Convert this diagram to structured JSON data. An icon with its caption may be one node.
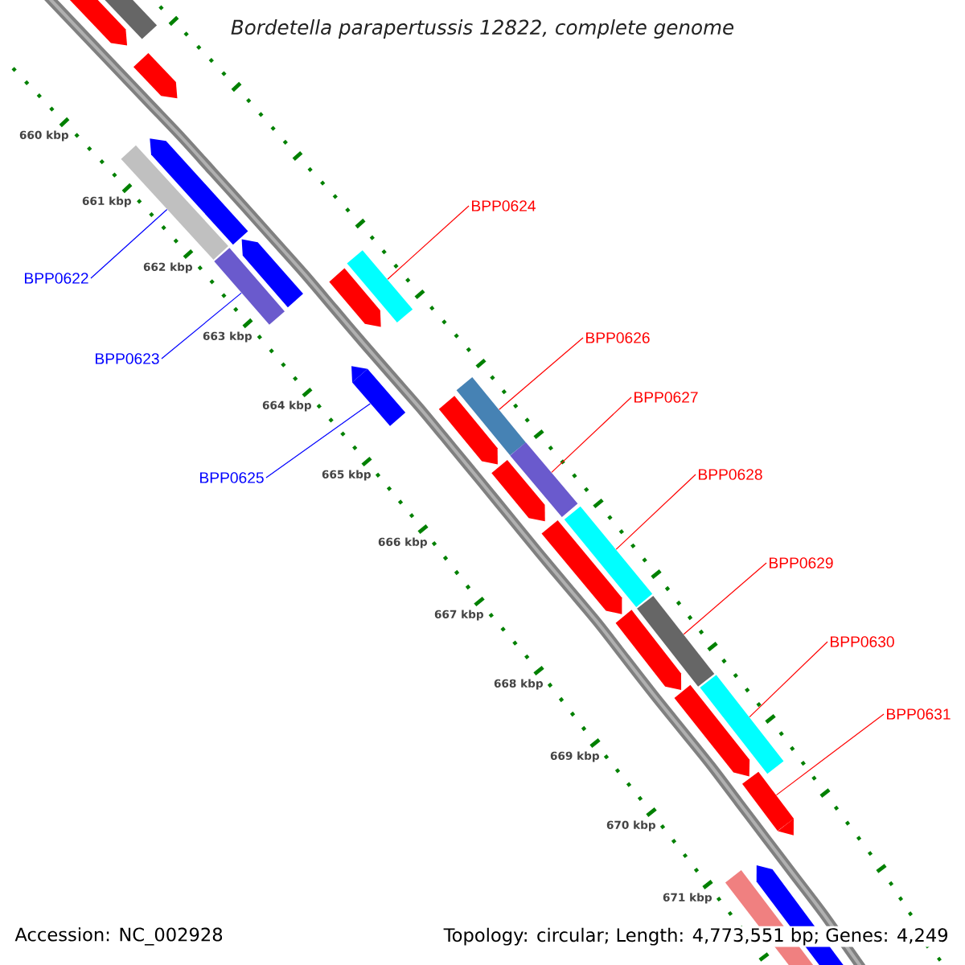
{
  "diagram": {
    "title": "Bordetella parapertussis 12822, complete genome",
    "nodes": [
      {
        "text": [
          "BPP0622"
        ]
      },
      {
        "text": [
          "BPP0623"
        ]
      },
      {
        "text": [
          "BPP0624"
        ]
      },
      {
        "text": [
          "BPP0625"
        ]
      },
      {
        "text": [
          "BPP0626"
        ]
      },
      {
        "text": [
          "BPP0627"
        ]
      },
      {
        "text": [
          "BPP0628"
        ]
      },
      {
        "text": [
          "BPP0629"
        ]
      },
      {
        "text": [
          "BPP0630"
        ]
      },
      {
        "text": [
          "BPP0631"
        ]
      },
      {
        "text": [],
        "shape": "bar"
      },
      {
        "text": [],
        "shape": "bar"
      },
      {
        "text": [],
        "shape": "bar"
      },
      {
        "text": [],
        "shape": "bar"
      },
      {
        "text": [],
        "shape": "bar"
      },
      {
        "text": [],
        "shape": "bar"
      },
      {
        "text": [],
        "shape": "bar"
      },
      {
        "text": [],
        "shape": "bar"
      },
      {
        "text": [],
        "shape": "bar"
      },
      {
        "text": [],
        "shape": "bar"
      }
    ],
    "edges": [
      {
        "from": 0,
        "to": 10,
        "arrow": "none",
        "color": "#0000ff"
      },
      {
        "from": 1,
        "to": 11,
        "arrow": "none",
        "color": "#0000ff"
      },
      {
        "from": 2,
        "to": 12,
        "arrow": "none"
      },
      {
        "from": 3,
        "to": 13,
        "arrow": "none",
        "color": "#0000ff"
      },
      {
        "from": 4,
        "to": 14,
        "arrow": "none"
      },
      {
        "from": 5,
        "to": 15,
        "arrow": "none"
      },
      {
        "from": 6,
        "to": 16,
        "arrow": "none"
      },
      {
        "from": 7,
        "to": 17,
        "arrow": "none"
      },
      {
        "from": 8,
        "to": 18,
        "arrow": "none"
      },
      {
        "from": 9,
        "to": 19,
        "arrow": "none"
      }
    ],
    "labels": [
      "660 kbp",
      "661 kbp",
      "662 kbp",
      "663 kbp",
      "664 kbp",
      "665 kbp",
      "666 kbp",
      "667 kbp",
      "668 kbp",
      "669 kbp",
      "670 kbp",
      "671 kbp",
      "Accession: NC_002928",
      "Topology: circular; Length: 4,773,551 bp; Genes: 4,249"
    ]
  }
}
